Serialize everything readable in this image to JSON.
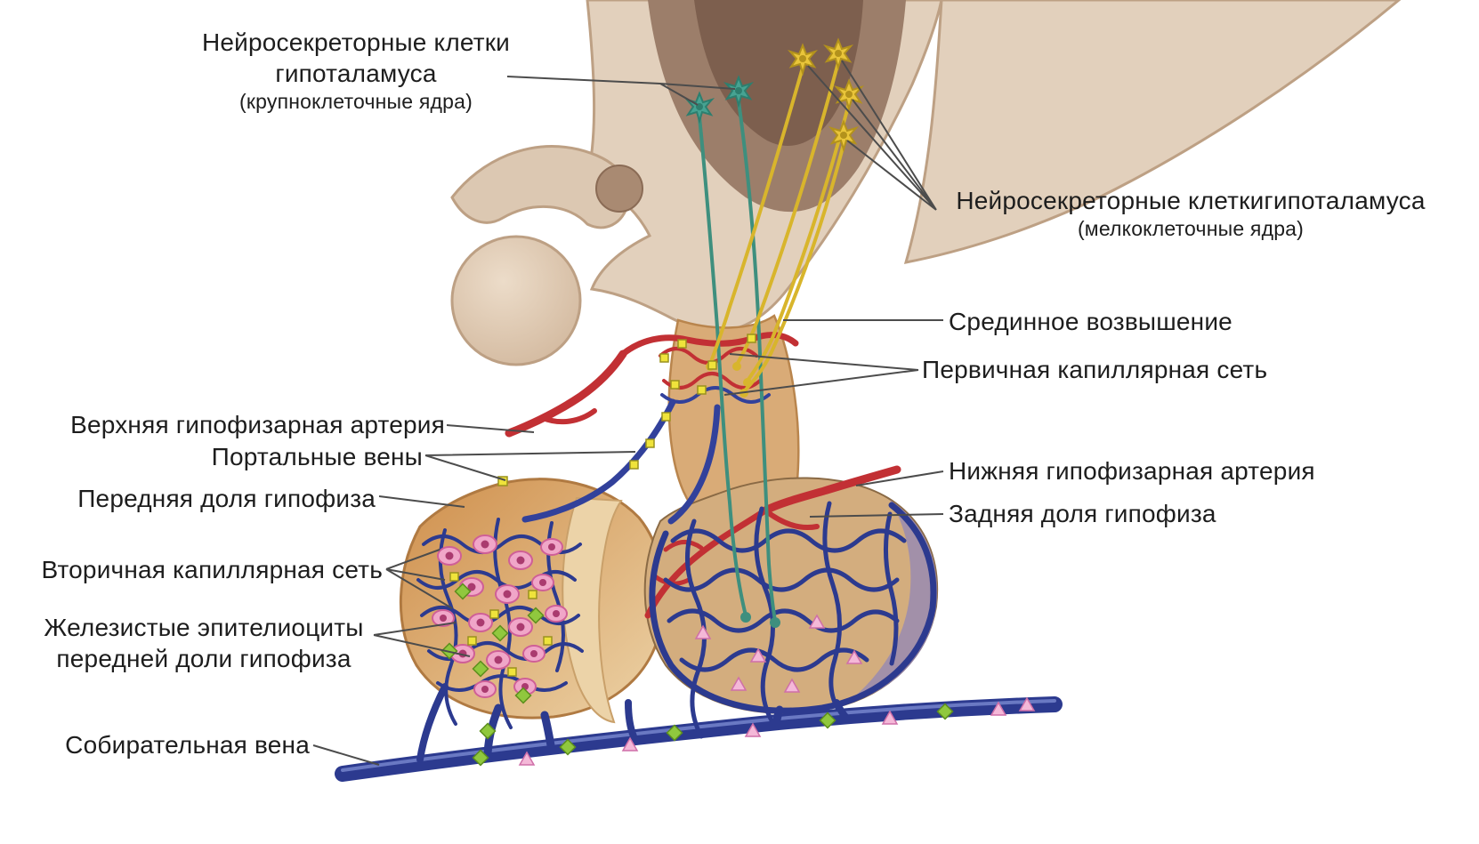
{
  "labels": {
    "magnocellular": {
      "line1": "Нейросекреторные клетки",
      "line2": "гипоталамуса",
      "sub": "(крупноклеточные ядра)"
    },
    "parvocellular": {
      "line1": "Нейросекреторные клеткигипоталамуса",
      "sub": "(мелкоклеточные ядра)"
    },
    "median_eminence": "Срединное возвышение",
    "primary_capillary_network": "Первичная капиллярная сеть",
    "superior_hypophyseal_artery": "Верхняя гипофизарная артерия",
    "portal_veins": "Портальные вены",
    "anterior_pituitary": "Передняя доля гипофиза",
    "inferior_hypophyseal_artery": "Нижняя гипофизарная артерия",
    "posterior_pituitary": "Задняя доля гипофиза",
    "secondary_capillary_network": "Вторичная капиллярная сеть",
    "glandular_epitheliocytes": {
      "line1": "Железистые эпителиоциты",
      "line2": "передней доли гипофиза"
    },
    "collecting_vein": "Собирательная вена"
  },
  "colors": {
    "artery_red": "#c23034",
    "vein_blue": "#2c3a8f",
    "neuron_green": "#46a392",
    "neuron_yellow": "#e9c53a",
    "secretory_cell_pink": "#f0a6c8",
    "brain_tissue_tan": "#e2d0bc",
    "anterior_lobe_orange": "#d1914e"
  }
}
